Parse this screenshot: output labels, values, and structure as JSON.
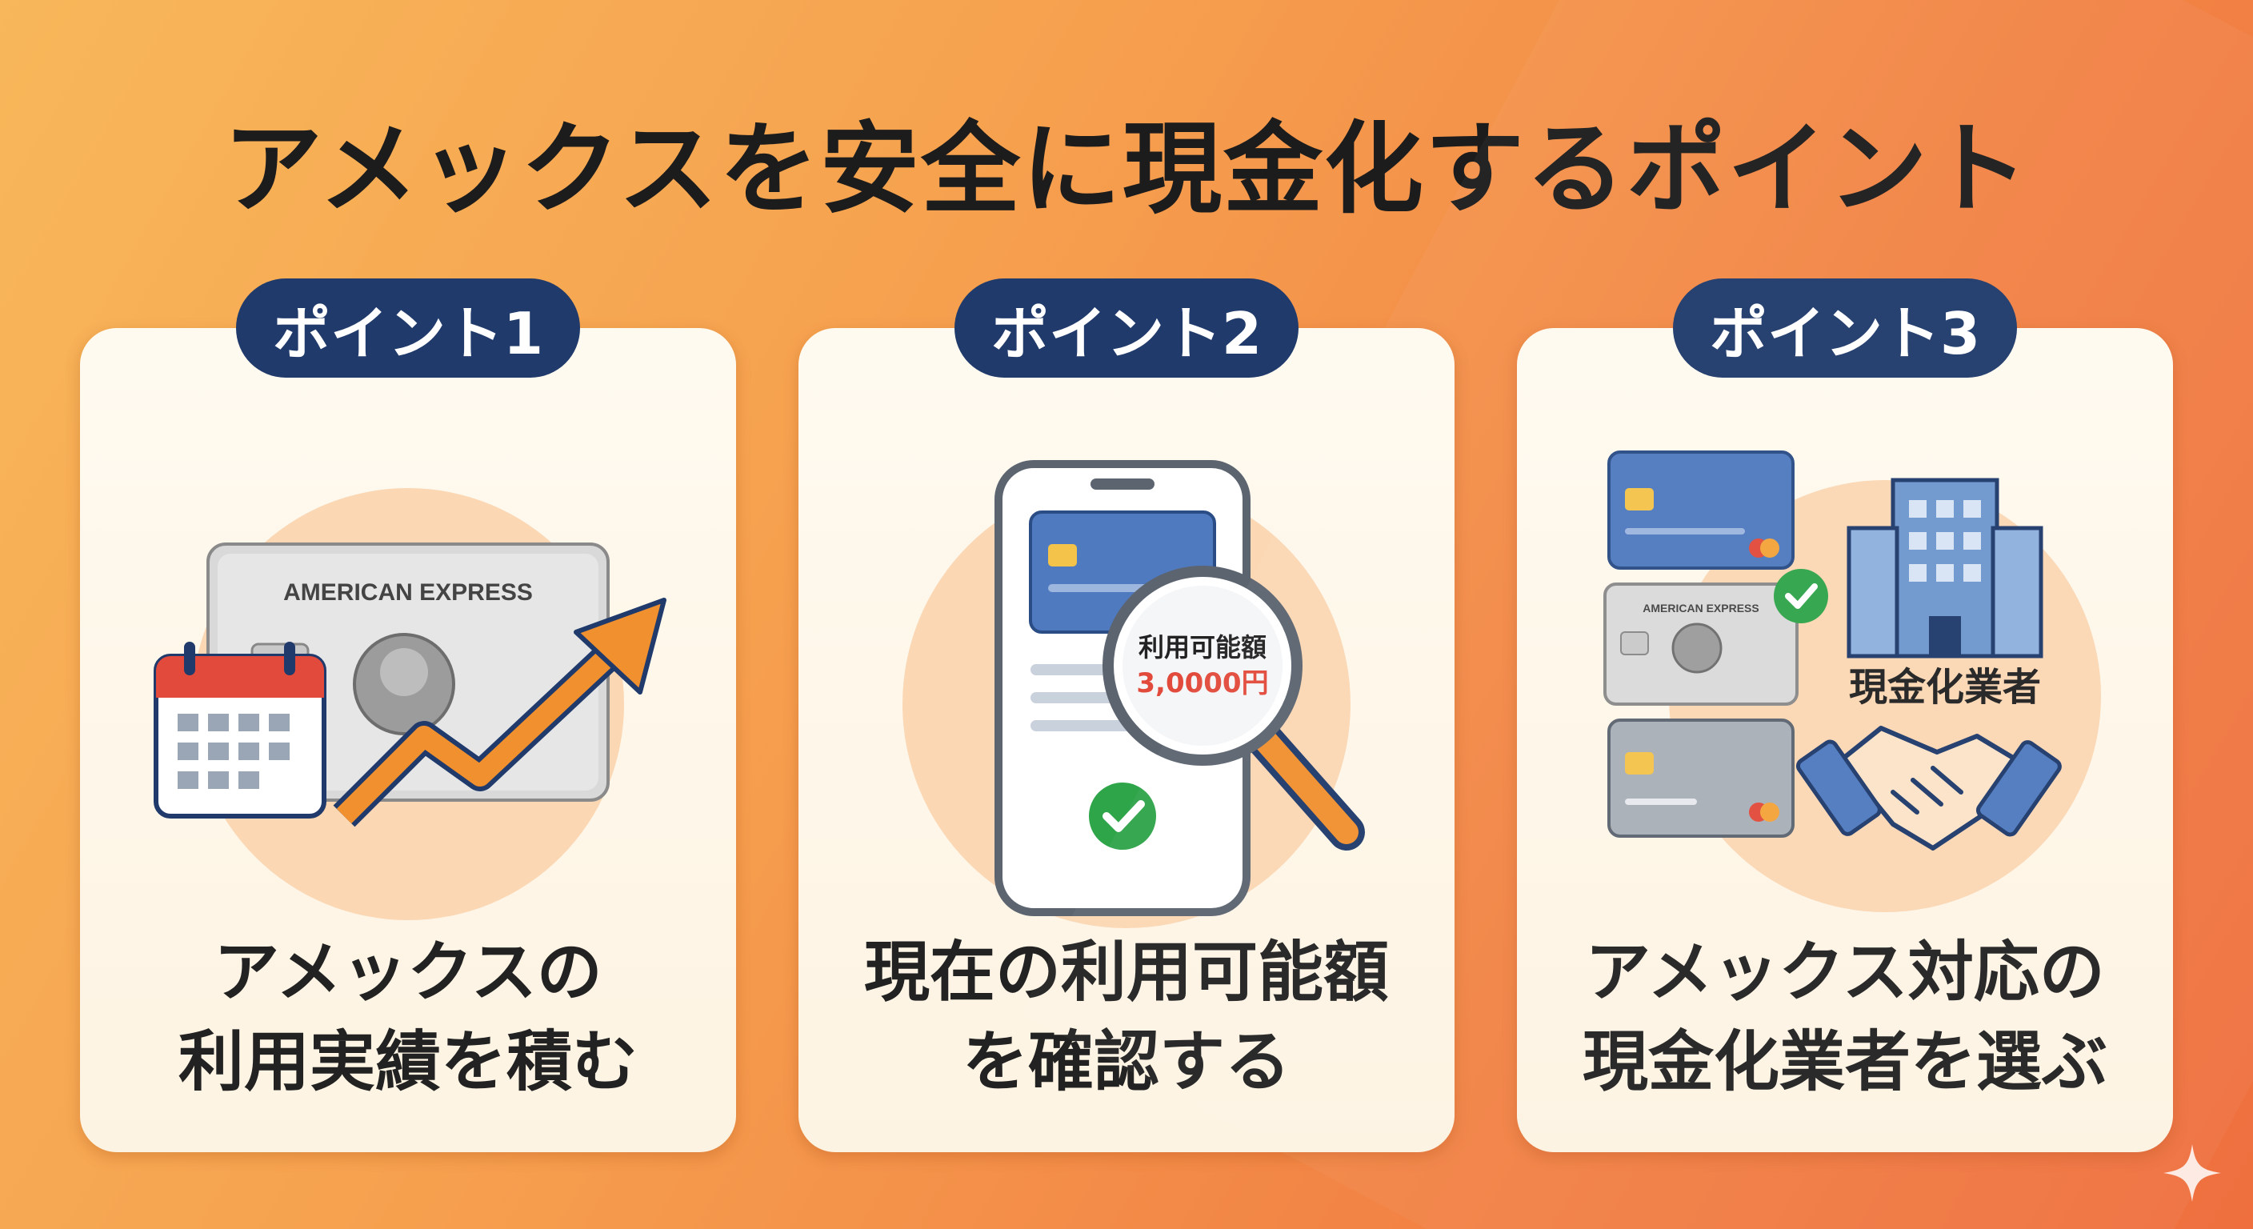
{
  "title": "アメックスを安全に現金化するポイント",
  "cards": [
    {
      "badge": "ポイント1",
      "caption_line1": "アメックスの",
      "caption_line2": "利用実績を積む",
      "card_brand": "AMERICAN EXPRESS"
    },
    {
      "badge": "ポイント2",
      "caption_line1": "現在の利用可能額",
      "caption_line2": "を確認する",
      "magnifier_label": "利用可能額",
      "magnifier_value": "3,0000円"
    },
    {
      "badge": "ポイント3",
      "caption_line1": "アメックス対応の",
      "caption_line2": "現金化業者を選ぶ",
      "card_brand": "AMERICAN EXPRESS",
      "building_label": "現金化業者"
    }
  ],
  "icons": [
    "calendar-icon",
    "arrow-up-icon",
    "smartphone-icon",
    "magnifier-icon",
    "check-icon",
    "building-icon",
    "handshake-icon",
    "sparkle-icon"
  ],
  "colors": {
    "navy": "#1f3a6b",
    "orange": "#f0902f",
    "card_blue": "#4f7abf",
    "check_green": "#2fa54a",
    "calendar_red": "#e24a3b"
  }
}
